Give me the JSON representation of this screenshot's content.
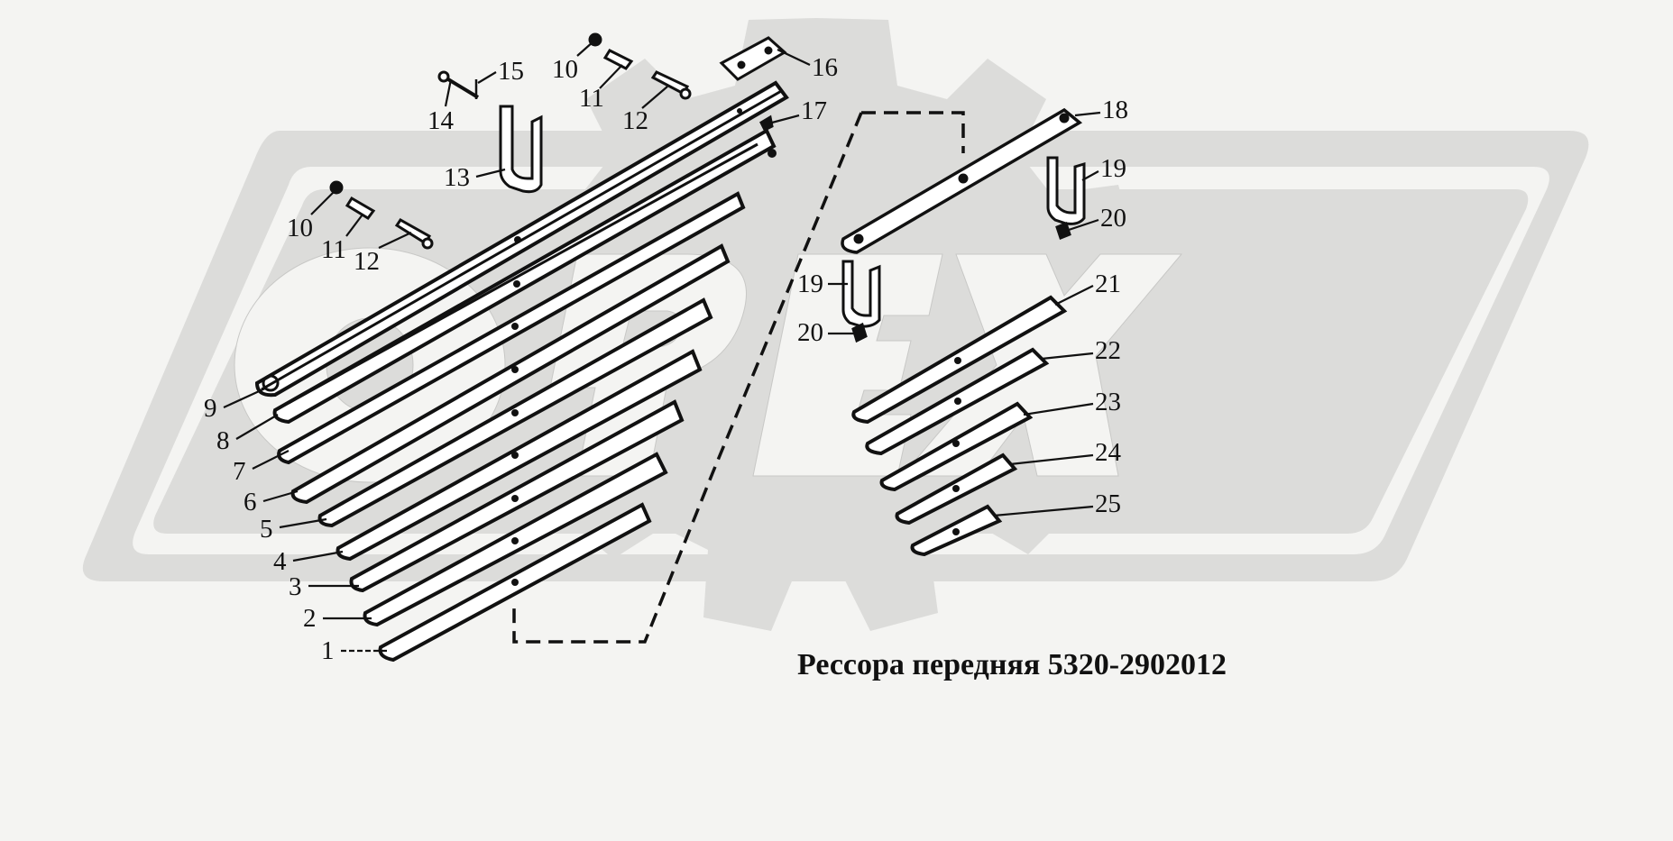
{
  "caption": "Рессора передняя 5320-2902012",
  "colors": {
    "background": "#f4f4f2",
    "watermark": "#dcdcda",
    "line": "#111111"
  },
  "labels": [
    {
      "id": "p1",
      "text": "1"
    },
    {
      "id": "p2",
      "text": "2"
    },
    {
      "id": "p3",
      "text": "3"
    },
    {
      "id": "p4",
      "text": "4"
    },
    {
      "id": "p5",
      "text": "5"
    },
    {
      "id": "p6",
      "text": "6"
    },
    {
      "id": "p7",
      "text": "7"
    },
    {
      "id": "p8",
      "text": "8"
    },
    {
      "id": "p9",
      "text": "9"
    },
    {
      "id": "p10a",
      "text": "10"
    },
    {
      "id": "p11a",
      "text": "11"
    },
    {
      "id": "p12a",
      "text": "12"
    },
    {
      "id": "p10b",
      "text": "10"
    },
    {
      "id": "p11b",
      "text": "11"
    },
    {
      "id": "p12b",
      "text": "12"
    },
    {
      "id": "p13",
      "text": "13"
    },
    {
      "id": "p14",
      "text": "14"
    },
    {
      "id": "p15",
      "text": "15"
    },
    {
      "id": "p16",
      "text": "16"
    },
    {
      "id": "p17",
      "text": "17"
    },
    {
      "id": "p18",
      "text": "18"
    },
    {
      "id": "p19a",
      "text": "19"
    },
    {
      "id": "p20a",
      "text": "20"
    },
    {
      "id": "p19b",
      "text": "19"
    },
    {
      "id": "p20b",
      "text": "20"
    },
    {
      "id": "p21",
      "text": "21"
    },
    {
      "id": "p22",
      "text": "22"
    },
    {
      "id": "p23",
      "text": "23"
    },
    {
      "id": "p24",
      "text": "24"
    },
    {
      "id": "p25",
      "text": "25"
    }
  ]
}
